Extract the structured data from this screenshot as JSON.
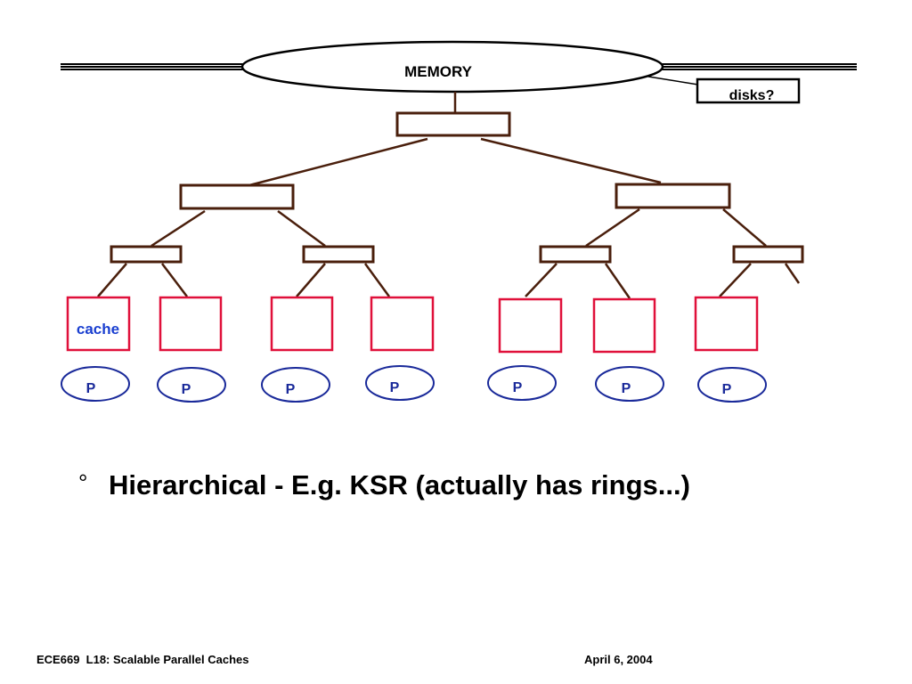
{
  "diagram": {
    "memory_label": "MEMORY",
    "disks_label": "disks?",
    "cache_label": "cache",
    "processor_label": "P",
    "processor_count": 7,
    "colors": {
      "tree_line": "#4a1f0c",
      "cache_box": "#e0103a",
      "processor_oval": "#1a2a9a",
      "cache_text": "#1a3fd0",
      "processor_text": "#1a2a9a",
      "bus": "#000000"
    }
  },
  "bullet": {
    "mark": "°",
    "text": "Hierarchical - E.g. KSR (actually has rings...)"
  },
  "footer": {
    "left": "ECE669  L18: Scalable Parallel Caches",
    "right": "April 6, 2004"
  }
}
